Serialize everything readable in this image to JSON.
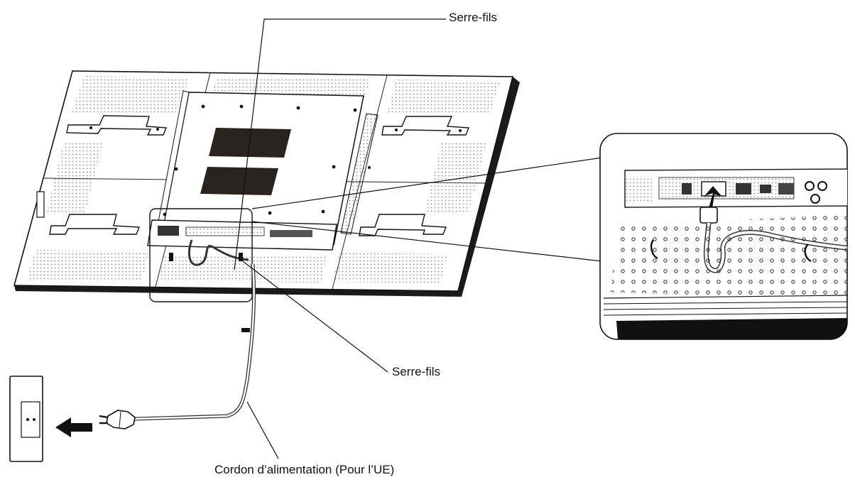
{
  "labels": {
    "clamp_top": "Serre-fils",
    "clamp_bottom": "Serre-fils",
    "power_cord": "Cordon d’alimentation (Pour l’UE)"
  },
  "icons": [
    "wall-outlet-icon",
    "arrow-left-icon",
    "eu-plug-icon",
    "insert-arrow-icon"
  ],
  "colors": {
    "ink": "#111111",
    "panel": "#ffffff",
    "perforation": "#8a8a8a",
    "vent": "#2a2320"
  }
}
